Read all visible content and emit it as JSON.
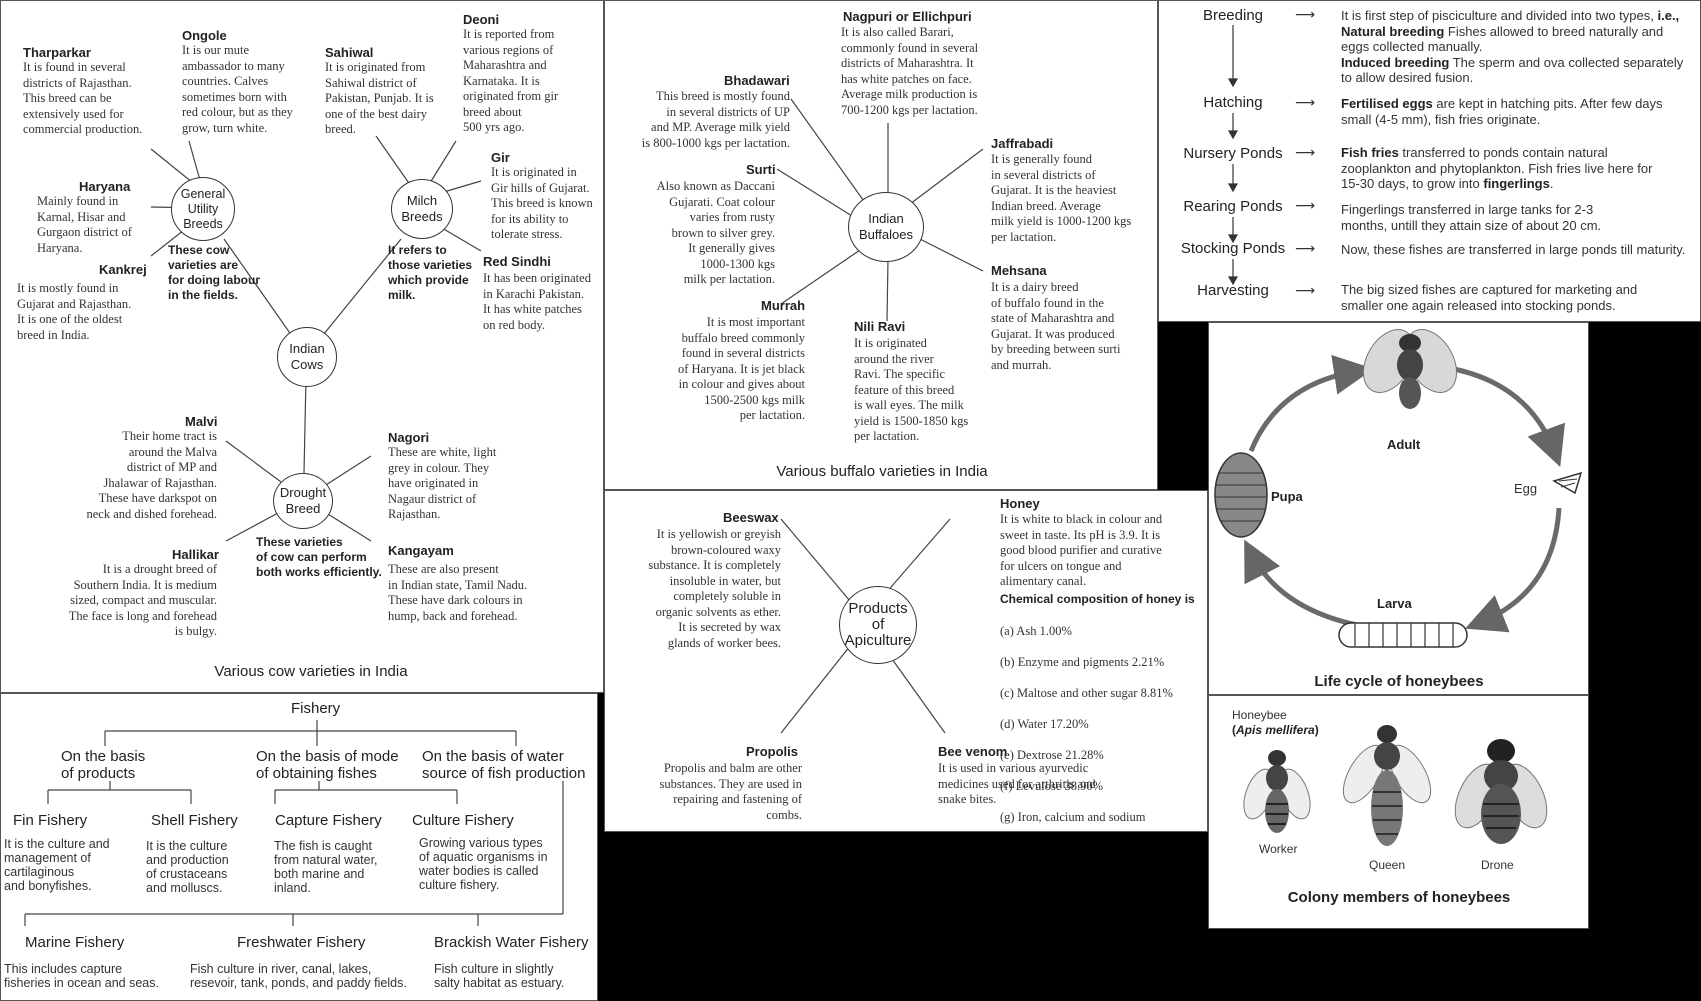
{
  "cows": {
    "caption": "Various cow varieties in India",
    "center": "Indian\nCows",
    "general": {
      "circle": "General\nUtility\nBreeds",
      "note": "These cow\nvarieties are\nfor doing labour\nin the fields."
    },
    "milch": {
      "circle": "Milch\nBreeds",
      "note": "It refers to\nthose varieties\nwhich provide\nmilk."
    },
    "drought": {
      "circle": "Drought\nBreed",
      "note": "These varieties\nof cow can perform\nboth works efficiently."
    },
    "breeds": {
      "tharparkar": {
        "name": "Tharparkar",
        "text": "It is found in several\ndistricts of Rajasthan.\nThis breed can be\nextensively used for\ncommercial production."
      },
      "ongole": {
        "name": "Ongole",
        "text": "It is our mute\nambassador to many\ncountries. Calves\nsometimes born with\nred colour, but as they\ngrow, turn white."
      },
      "haryana": {
        "name": "Haryana",
        "text": "Mainly found in\nKarnal, Hisar and\nGurgaon district of\nHaryana."
      },
      "kankrej": {
        "name": "Kankrej",
        "text": "It is mostly found in\nGujarat and Rajasthan.\nIt is one of the oldest\nbreed in India."
      },
      "sahiwal": {
        "name": "Sahiwal",
        "text": "It is originated from\nSahiwal district of\nPakistan, Punjab. It is\none of the best dairy\nbreed."
      },
      "deoni": {
        "name": "Deoni",
        "text": "It is reported from\nvarious regions of\nMaharashtra and\nKarnataka. It is\noriginated from gir\nbreed about\n500 yrs ago."
      },
      "gir": {
        "name": "Gir",
        "text": "It is originated in\nGir hills of Gujarat.\nThis breed is known\nfor its ability to\ntolerate stress."
      },
      "redsindhi": {
        "name": "Red Sindhi",
        "text": "It has been originated\nin Karachi Pakistan.\nIt has white patches\non red body."
      },
      "malvi": {
        "name": "Malvi",
        "text": "Their home tract is\naround the Malva\ndistrict of MP and\nJhalawar of Rajasthan.\nThese have darkspot on\nneck and dished forehead."
      },
      "hallikar": {
        "name": "Hallikar",
        "text": "It is a drought breed of\nSouthern India. It is medium\nsized, compact and muscular.\nThe face is long and forehead\nis bulgy."
      },
      "nagori": {
        "name": "Nagori",
        "text": "These are white, light\ngrey in colour. They\nhave originated in\nNagaur district of\nRajasthan."
      },
      "kangayam": {
        "name": "Kangayam",
        "text": "These are also present\nin Indian state, Tamil Nadu.\nThese have dark colours in\nhump, back and forehead."
      }
    }
  },
  "buffaloes": {
    "caption": "Various buffalo varieties in India",
    "center": "Indian\nBuffaloes",
    "breeds": {
      "nagpuri": {
        "name": "Nagpuri or Ellichpuri",
        "text": "It is also called Barari,\ncommonly found in several\ndistricts of Maharashtra. It\nhas white patches on face.\nAverage milk production is\n700-1200 kgs per lactation."
      },
      "bhadawari": {
        "name": "Bhadawari",
        "text": "This breed is mostly found\nin several districts of UP\nand MP. Average milk yield\nis 800-1000 kgs per lactation."
      },
      "surti": {
        "name": "Surti",
        "text": "Also known as Daccani\nGujarati. Coat colour\nvaries from rusty\nbrown to silver grey.\nIt generally gives\n1000-1300 kgs\nmilk per lactation."
      },
      "jaffrabadi": {
        "name": "Jaffrabadi",
        "text": "It is generally found\nin several districts of\nGujarat. It is the heaviest\nIndian breed. Average\nmilk yield is 1000-1200 kgs\nper lactation."
      },
      "mehsana": {
        "name": "Mehsana",
        "text": "It is a dairy breed\nof buffalo found in the\nstate of Maharashtra and\nGujarat. It was produced\nby breeding between surti\nand murrah."
      },
      "murrah": {
        "name": "Murrah",
        "text": "It is most important\nbuffalo breed commonly\nfound in several districts\nof Haryana. It is jet black\nin colour and gives about\n1500-2500 kgs milk\nper lactation."
      },
      "niliravi": {
        "name": "Nili Ravi",
        "text": "It is originated\naround the river\nRavi. The specific\nfeature of this breed\nis wall eyes. The milk\nyield is 1500-1850 kgs\nper lactation."
      }
    }
  },
  "pisciculture": {
    "stages": [
      "Breeding",
      "Hatching",
      "Nursery Ponds",
      "Rearing Ponds",
      "Stocking Ponds",
      "Harvesting"
    ],
    "arrow": "⟶",
    "descriptions": {
      "breeding": {
        "intro": "It is first step of pisciculture and divided into two types, ",
        "ie": "i.e.,",
        "natural_label": "Natural breeding",
        "natural_text": " Fishes allowed to breed naturally and eggs collected manually.",
        "induced_label": "Induced breeding",
        "induced_text": " The sperm and ova collected separately to allow desired fusion."
      },
      "hatching": {
        "label": "Fertilised eggs",
        "text": " are kept in hatching pits. After few days small (4-5 mm), fish fries originate."
      },
      "nursery": {
        "label": "Fish fries",
        "text1": " transferred to ponds contain natural zooplankton and phytoplankton. Fish fries live here for 15-30 days, to grow into ",
        "label2": "fingerlings",
        "text2": "."
      },
      "rearing": "Fingerlings transferred in large tanks for 2-3 months, untill they attain size of about 20 cm.",
      "stocking": "Now, these fishes are transferred in large ponds till maturity.",
      "harvesting": "The big sized fishes are captured for marketing and smaller one again released into stocking ponds."
    }
  },
  "lifecycle": {
    "caption": "Life cycle of honeybees",
    "stages": {
      "adult": "Adult",
      "egg": "Egg",
      "larva": "Larva",
      "pupa": "Pupa"
    }
  },
  "apiculture": {
    "center": "Products\nof\nApiculture",
    "beeswax": {
      "name": "Beeswax",
      "text": "It is yellowish or greyish\nbrown-coloured waxy\nsubstance. It is completely\ninsoluble in water, but\ncompletely  soluble in\norganic solvents as ether.\nIt is secreted by wax\nglands of worker bees."
    },
    "honey": {
      "name": "Honey",
      "text": "It is white to black in colour and\nsweet in taste. Its pH is 3.9. It is\ngood blood purifier and curative\nfor ulcers on tongue and\nalimentary canal.",
      "composition_title": "Chemical composition of honey is",
      "composition": [
        "(a) Ash 1.00%",
        "(b) Enzyme and pigments 2.21%",
        "(c) Maltose and other sugar 8.81%",
        "(d) Water 17.20%",
        "(e) Dextrose 21.28%",
        "(f) Levulose 38.90%",
        "(g) Iron, calcium and sodium"
      ]
    },
    "propolis": {
      "name": "Propolis",
      "text": "Propolis and balm are other\nsubstances. They are used in\nrepairing and fastening of\ncombs."
    },
    "beevenom": {
      "name": "Bee venom",
      "text": "It is used in various ayurvedic\nmedicines used for arthritis and\nsnake bites."
    }
  },
  "colony": {
    "caption": "Colony members of honeybees",
    "honeybee_label": "Honeybee",
    "species": "Apis mellifera",
    "worker": "Worker",
    "queen": "Queen",
    "drone": "Drone"
  },
  "fishery": {
    "root": "Fishery",
    "basis_products": "On the basis\nof products",
    "basis_mode": "On the basis of mode\nof obtaining fishes",
    "basis_water": "On the basis  of water\nsource of fish production",
    "fin": {
      "name": "Fin Fishery",
      "text": "It is the culture and\nmanagement of\ncartilaginous\nand bonyfishes."
    },
    "shell": {
      "name": "Shell Fishery",
      "text": "It is the culture\nand production\nof crustaceans\nand molluscs."
    },
    "capture": {
      "name": "Capture Fishery",
      "text": "The fish is caught\nfrom natural water,\nboth marine and\ninland."
    },
    "culture": {
      "name": "Culture Fishery",
      "text": "Growing various types\nof aquatic organisms in\nwater bodies is called\nculture fishery."
    },
    "marine": {
      "name": "Marine Fishery",
      "text": "This includes capture\nfisheries in ocean and seas."
    },
    "freshwater": {
      "name": "Freshwater Fishery",
      "text": "Fish culture in river, canal, lakes,\nresevoir, tank, ponds, and paddy fields."
    },
    "brackish": {
      "name": "Brackish Water Fishery",
      "text": "Fish culture in slightly\nsalty habitat as estuary."
    }
  }
}
